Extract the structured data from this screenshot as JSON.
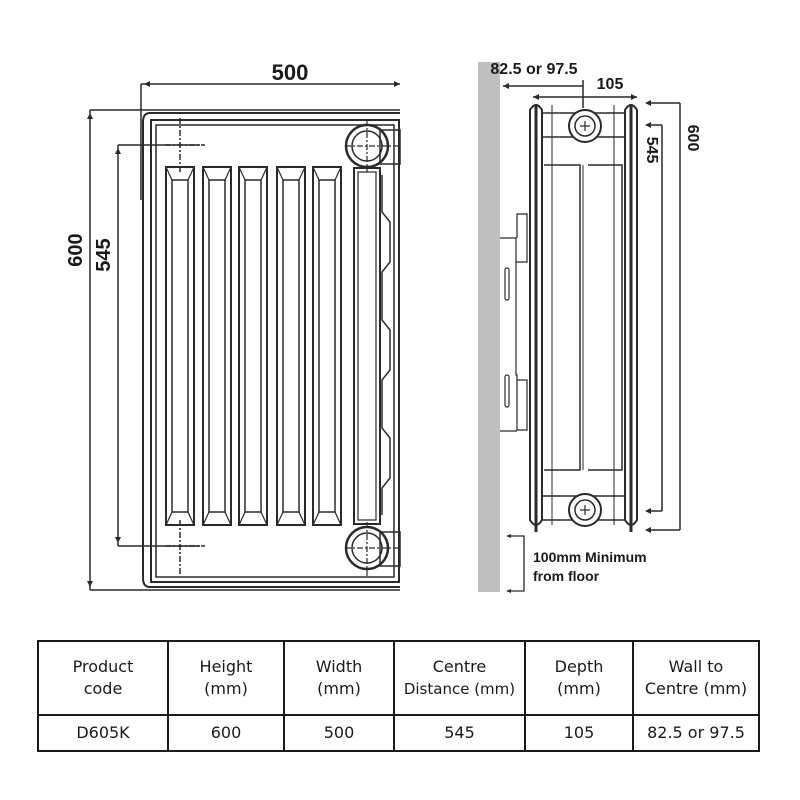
{
  "front_view": {
    "width_label": "500",
    "height_label": "600",
    "centre_label": "545",
    "column_count": 5
  },
  "side_view": {
    "wall_to_centre_label": "82.5 or 97.5",
    "depth_label": "105",
    "height_label": "600",
    "centre_label": "545",
    "floor_note_line1": "100mm Minimum",
    "floor_note_line2": "from floor"
  },
  "colors": {
    "line": "#2a2a2a",
    "wall": "#bfbfbf"
  },
  "table": {
    "headers": [
      {
        "line1": "Product",
        "line2": "code"
      },
      {
        "line1": "Height",
        "line2": "(mm)"
      },
      {
        "line1": "Width",
        "line2": "(mm)"
      },
      {
        "line1": "Centre",
        "line2": "Distance (mm)"
      },
      {
        "line1": "Depth",
        "line2": "(mm)"
      },
      {
        "line1": "Wall to",
        "line2": "Centre (mm)"
      }
    ],
    "rows": [
      [
        "D605K",
        "600",
        "500",
        "545",
        "105",
        "82.5 or 97.5"
      ]
    ]
  }
}
